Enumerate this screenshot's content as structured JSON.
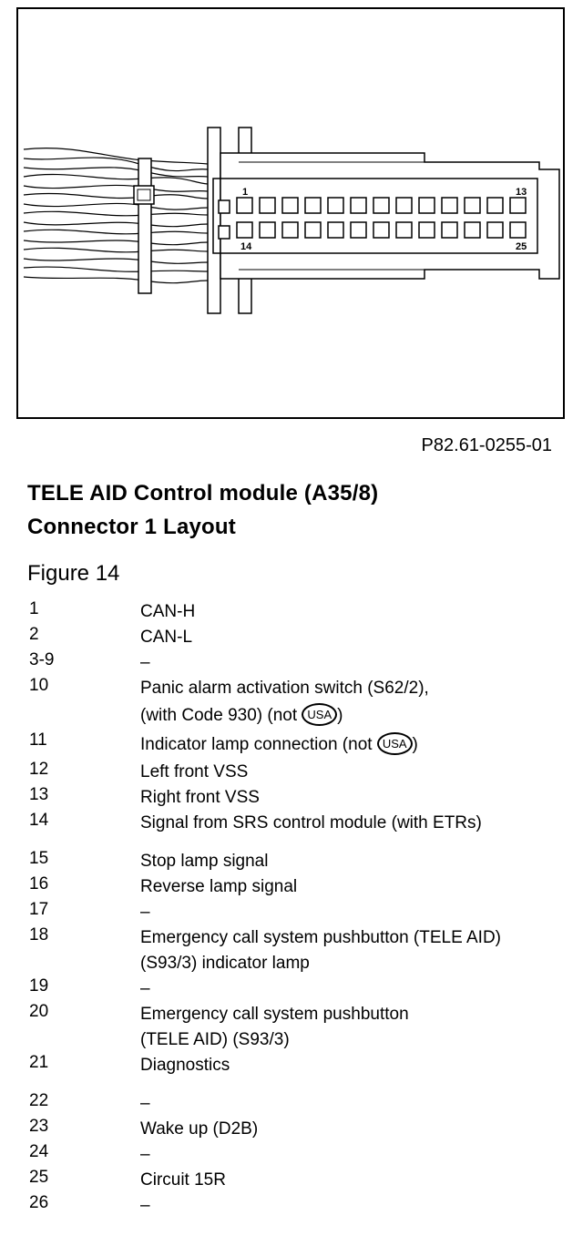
{
  "figure": {
    "pin_labels": [
      "1",
      "13",
      "14",
      "25"
    ],
    "reference": "P82.61-0255-01"
  },
  "heading": {
    "line1": "TELE AID Control module (A35/8)",
    "line2": "Connector 1 Layout"
  },
  "figure_label": "Figure 14",
  "pins": [
    {
      "pin": "1",
      "lines": [
        {
          "text": "CAN-H"
        }
      ]
    },
    {
      "pin": "2",
      "lines": [
        {
          "text": "CAN-L"
        }
      ]
    },
    {
      "pin": "3-9",
      "lines": [
        {
          "text": "–"
        }
      ]
    },
    {
      "pin": "10",
      "lines": [
        {
          "text": "Panic alarm activation switch (S62/2),"
        },
        {
          "text": "(with Code 930) (not ",
          "badge": "USA",
          "after": ")"
        }
      ]
    },
    {
      "pin": "11",
      "lines": [
        {
          "text": "Indicator lamp connection (not ",
          "badge": "USA",
          "after": ")"
        }
      ]
    },
    {
      "pin": "12",
      "lines": [
        {
          "text": "Left front VSS"
        }
      ]
    },
    {
      "pin": "13",
      "lines": [
        {
          "text": "Right front VSS"
        }
      ]
    },
    {
      "pin": "14",
      "lines": [
        {
          "text": "Signal from SRS control module (with ETRs)"
        }
      ]
    },
    {
      "pin": "15",
      "lines": [
        {
          "text": "Stop lamp signal"
        }
      ]
    },
    {
      "pin": "16",
      "lines": [
        {
          "text": "Reverse lamp signal"
        }
      ]
    },
    {
      "pin": "17",
      "lines": [
        {
          "text": "–"
        }
      ]
    },
    {
      "pin": "18",
      "lines": [
        {
          "text": "Emergency call system pushbutton (TELE AID)"
        },
        {
          "text": "(S93/3) indicator lamp"
        }
      ]
    },
    {
      "pin": "19",
      "lines": [
        {
          "text": "–"
        }
      ]
    },
    {
      "pin": "20",
      "lines": [
        {
          "text": "Emergency call system pushbutton"
        },
        {
          "text": "(TELE AID) (S93/3)"
        }
      ]
    },
    {
      "pin": "21",
      "lines": [
        {
          "text": "Diagnostics"
        }
      ]
    },
    {
      "pin": "22",
      "lines": [
        {
          "text": "–"
        }
      ]
    },
    {
      "pin": "23",
      "lines": [
        {
          "text": "Wake up (D2B)"
        }
      ]
    },
    {
      "pin": "24",
      "lines": [
        {
          "text": "–"
        }
      ]
    },
    {
      "pin": "25",
      "lines": [
        {
          "text": "Circuit 15R"
        }
      ]
    },
    {
      "pin": "26",
      "lines": [
        {
          "text": "–"
        }
      ]
    }
  ]
}
